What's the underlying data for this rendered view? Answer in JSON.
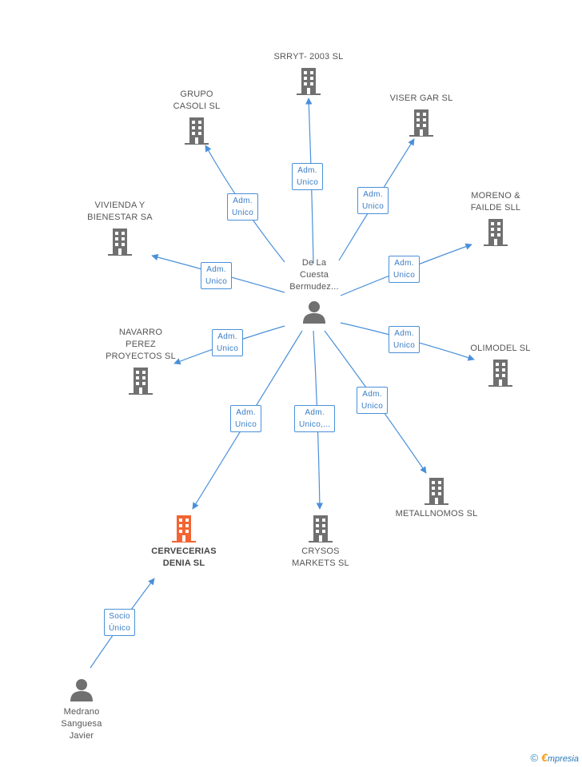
{
  "colors": {
    "edge": "#4a90d9",
    "company_icon": "#707070",
    "company_icon_highlight": "#f26532",
    "person_icon": "#707070"
  },
  "center_person": {
    "label": "De La\nCuesta\nBermudez...",
    "icon": "person-icon"
  },
  "bottom_person": {
    "label": "Medrano\nSanguesa\nJavier",
    "icon": "person-icon"
  },
  "companies": [
    {
      "id": "srryt",
      "label": "SRRYT- 2003 SL",
      "icon": "building-icon"
    },
    {
      "id": "grupo-casoli",
      "label": "GRUPO\nCASOLI SL",
      "icon": "building-icon"
    },
    {
      "id": "viser-gar",
      "label": "VISER GAR SL",
      "icon": "building-icon"
    },
    {
      "id": "vivienda",
      "label": "VIVIENDA Y\nBIENESTAR SA",
      "icon": "building-icon"
    },
    {
      "id": "moreno",
      "label": "MORENO &\nFAILDE SLL",
      "icon": "building-icon"
    },
    {
      "id": "navarro",
      "label": "NAVARRO\nPEREZ\nPROYECTOS SL",
      "icon": "building-icon"
    },
    {
      "id": "olimodel",
      "label": "OLIMODEL SL",
      "icon": "building-icon"
    },
    {
      "id": "metallnomos",
      "label": "METALLNOMOS SL",
      "icon": "building-icon"
    },
    {
      "id": "crysos",
      "label": "CRYSOS\nMARKETS SL",
      "icon": "building-icon"
    },
    {
      "id": "cervecerias",
      "label": "CERVECERIAS\nDENIA SL",
      "icon": "building-icon",
      "highlight": true
    }
  ],
  "relations": [
    {
      "to": "srryt",
      "label": "Adm.\nUnico"
    },
    {
      "to": "grupo-casoli",
      "label": "Adm.\nUnico"
    },
    {
      "to": "viser-gar",
      "label": "Adm.\nUnico"
    },
    {
      "to": "vivienda",
      "label": "Adm.\nUnico"
    },
    {
      "to": "moreno",
      "label": "Adm.\nUnico"
    },
    {
      "to": "navarro",
      "label": "Adm.\nUnico"
    },
    {
      "to": "olimodel",
      "label": "Adm.\nUnico"
    },
    {
      "to": "metallnomos",
      "label": "Adm.\nUnico"
    },
    {
      "to": "crysos",
      "label": "Adm.\nUnico,..."
    },
    {
      "to": "cervecerias",
      "label": "Adm.\nUnico"
    },
    {
      "from": "bottom_person",
      "to": "cervecerias",
      "label": "Socio\nÚnico"
    }
  ],
  "footer": {
    "copyright": "©",
    "brand_initial": "€",
    "brand_rest": "mpresia"
  }
}
